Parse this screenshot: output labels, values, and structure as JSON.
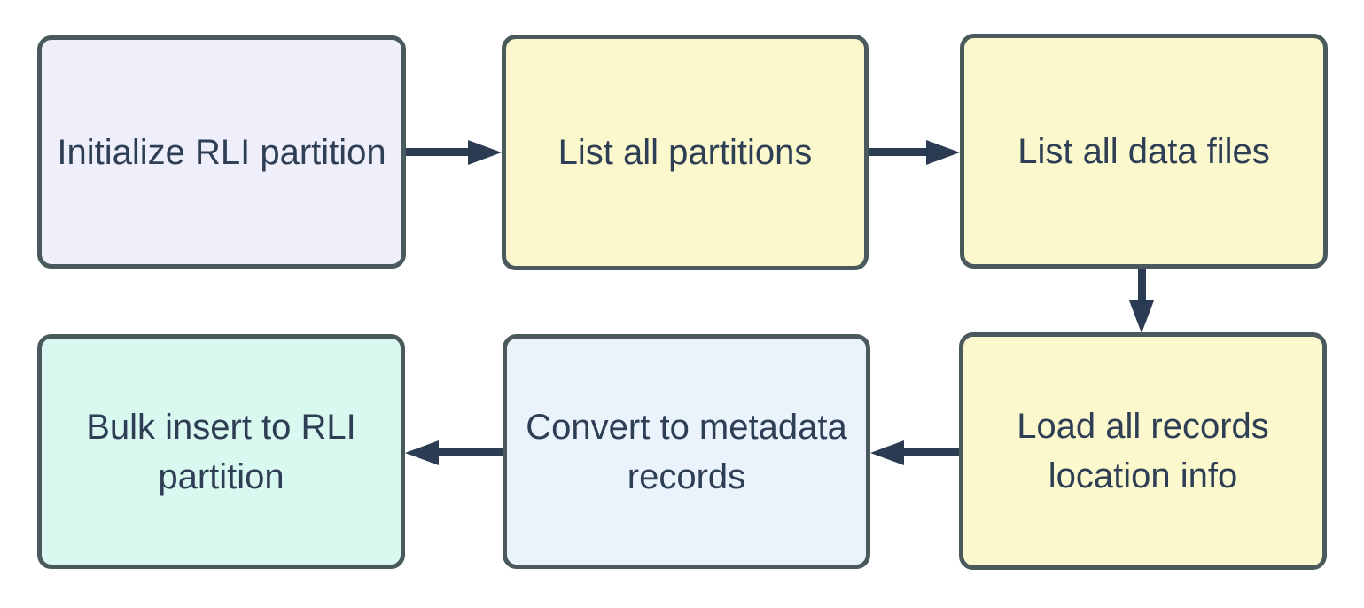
{
  "diagram": {
    "type": "flowchart",
    "background": "#ffffff",
    "colors": {
      "border": "#4a5a5c",
      "arrow": "#2b3b52",
      "text": "#2e3e54",
      "fill_lavender": "#efeffb",
      "fill_yellow": "#faf8cc",
      "fill_blue": "#eaf2fc",
      "fill_mint": "#d9f8f0"
    },
    "nodes": [
      {
        "id": "initialize-rli-partition",
        "label": "Initialize RLI partition",
        "fill": "#efeffb"
      },
      {
        "id": "list-all-partitions",
        "label": "List all partitions",
        "fill": "#faf8cc"
      },
      {
        "id": "list-all-data-files",
        "label": "List all data files",
        "fill": "#faf8cc"
      },
      {
        "id": "load-all-records-location-info",
        "label": "Load all records location info",
        "fill": "#faf8cc"
      },
      {
        "id": "convert-to-metadata-records",
        "label": "Convert to metadata records",
        "fill": "#eaf2fc"
      },
      {
        "id": "bulk-insert-to-rli-partition",
        "label": "Bulk insert to RLI partition",
        "fill": "#d9f8f0"
      }
    ],
    "edges": [
      {
        "from": "initialize-rli-partition",
        "to": "list-all-partitions",
        "direction": "right"
      },
      {
        "from": "list-all-partitions",
        "to": "list-all-data-files",
        "direction": "right"
      },
      {
        "from": "list-all-data-files",
        "to": "load-all-records-location-info",
        "direction": "down"
      },
      {
        "from": "load-all-records-location-info",
        "to": "convert-to-metadata-records",
        "direction": "left"
      },
      {
        "from": "convert-to-metadata-records",
        "to": "bulk-insert-to-rli-partition",
        "direction": "left"
      }
    ]
  }
}
